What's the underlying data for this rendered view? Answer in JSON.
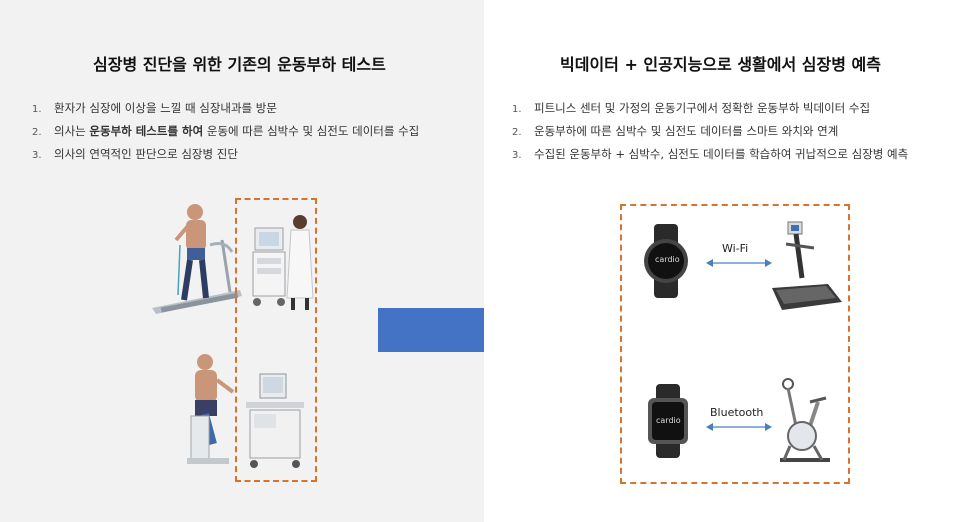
{
  "left": {
    "title": "심장병 진단을 위한 기존의 운동부하 테스트",
    "items": [
      {
        "num": "1.",
        "text": "환자가 심장에 이상을 느낄 때 심장내과를 방문"
      },
      {
        "num": "2.",
        "pre": "의사는 ",
        "bold": "운동부하 테스트를 하여",
        "post": " 운동에 따른 심박수 및 심전도 데이터를 수집"
      },
      {
        "num": "3.",
        "text": "의사의 연역적인 판단으로 심장병 진단"
      }
    ]
  },
  "right": {
    "title": "빅데이터 + 인공지능으로 생활에서 심장병 예측",
    "items": [
      {
        "num": "1.",
        "text": "피트니스 센터 및 가정의 운동기구에서 정확한 운동부하 빅데이터 수집"
      },
      {
        "num": "2.",
        "text": "운동부하에 따른 심박수 및 심전도 데이터를 스마트 와치와 연계"
      },
      {
        "num": "3.",
        "text": "수집된 운동부하 + 심박수, 심전도 데이터를 학습하여 귀납적으로 심장병 예측"
      }
    ],
    "wifi_label": "Wi-Fi",
    "bluetooth_label": "Bluetooth",
    "watch1_brand": "cardio",
    "watch2_brand": "cardio"
  },
  "colors": {
    "left_bg": "#f2f2f2",
    "dash": "#d9722a",
    "arrow": "#4472c4",
    "link": "#4a7fc1"
  }
}
